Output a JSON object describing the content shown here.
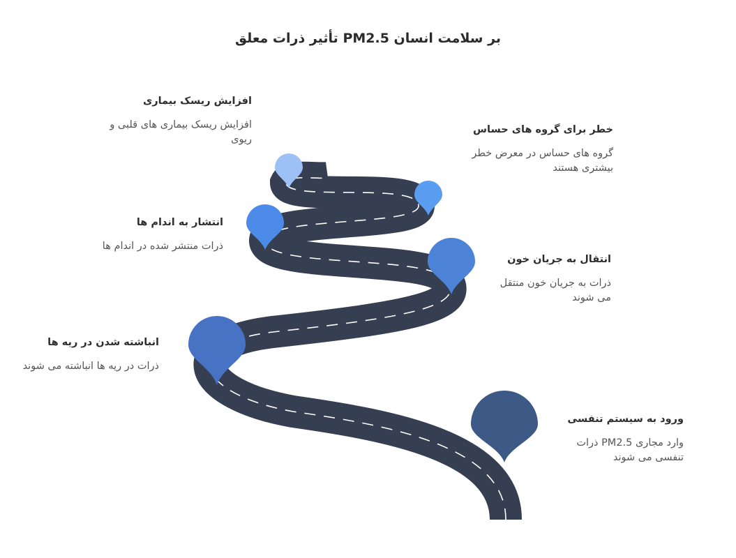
{
  "title": "بر سلامت انسان PM2.5 تأثیر ذرات معلق",
  "colors": {
    "road": "#363f51",
    "lane": "#ffffff",
    "pin_1": "#3d5a86",
    "pin_2": "#4872c4",
    "pin_3": "#4c83d6",
    "pin_4": "#4c8ce8",
    "pin_5": "#5a9cf0",
    "pin_6": "#9dc1f6"
  },
  "steps": [
    {
      "id": "entry",
      "title": "ورود به سیستم تنفسی",
      "desc": "وارد مجاری PM2.5 ذرات تنفسی می شوند",
      "pin_color": "#3d5a86"
    },
    {
      "id": "lungs",
      "title": "انباشته شدن در ریه ها",
      "desc": "ذرات در ریه ها انباشته می شوند",
      "pin_color": "#4872c4"
    },
    {
      "id": "blood",
      "title": "انتقال به جریان خون",
      "desc": "ذرات به جریان خون منتقل می شوند",
      "pin_color": "#4c83d6"
    },
    {
      "id": "organs",
      "title": "انتشار به اندام ها",
      "desc": "ذرات منتشر شده در اندام ها",
      "pin_color": "#4c8ce8"
    },
    {
      "id": "sensitive",
      "title": "خطر برای گروه های حساس",
      "desc": "گروه های حساس در معرض خطر بیشتری هستند",
      "pin_color": "#5a9cf0"
    },
    {
      "id": "disease",
      "title": "افزایش ریسک بیماری",
      "desc": "افزایش ریسک بیماری های قلبی و ریوی",
      "pin_color": "#9dc1f6"
    }
  ]
}
